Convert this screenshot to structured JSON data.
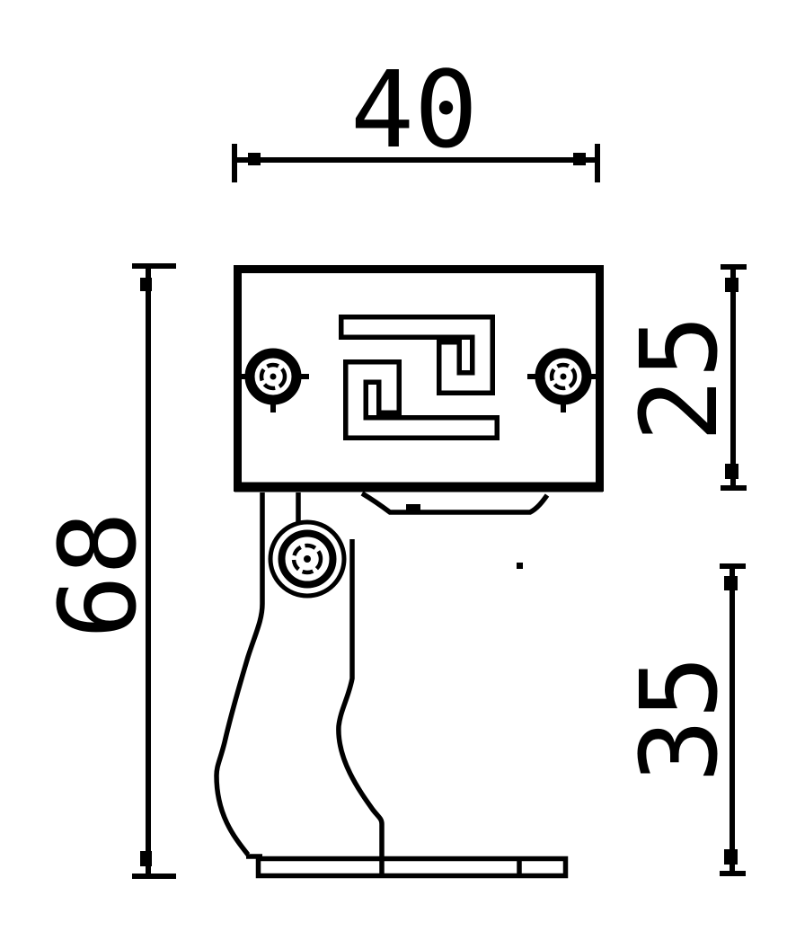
{
  "drawing": {
    "type": "technical-dimension-drawing",
    "part": "mounting-bracket-side-view",
    "colors": {
      "background": "#ffffff",
      "line": "#000000"
    },
    "dimensions": {
      "top_width": "40",
      "left_total_height": "68",
      "right_plate_height": "25",
      "right_lower_height": "35"
    }
  }
}
